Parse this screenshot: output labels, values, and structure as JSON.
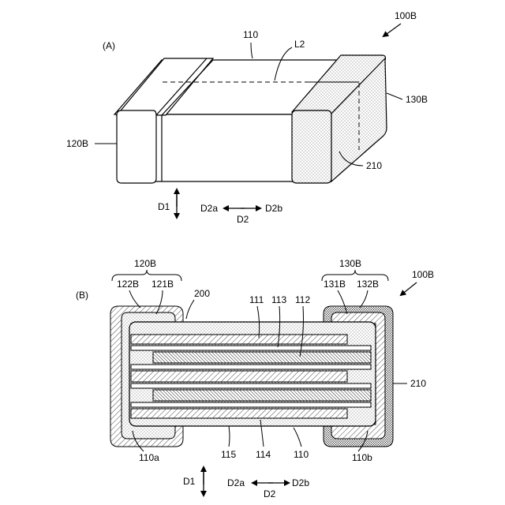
{
  "figure_id": "100B",
  "panel_a": {
    "panel_label": "(A)",
    "labels": {
      "body": "110",
      "line": "L2",
      "right_electrode": "130B",
      "left_electrode": "120B",
      "coating": "210"
    },
    "axes": {
      "d1": "D1",
      "d2": "D2",
      "d2a": "D2a",
      "d2b": "D2b"
    }
  },
  "panel_b": {
    "panel_label": "(B)",
    "figure_id": "100B",
    "labels": {
      "left_electrode": "120B",
      "left_outer": "122B",
      "left_inner": "121B",
      "right_electrode": "130B",
      "right_inner": "131B",
      "right_outer": "132B",
      "film": "200",
      "layer_111": "111",
      "layer_113": "113",
      "layer_112": "112",
      "coating": "210",
      "left_end": "110a",
      "dielectric": "115",
      "layer_114": "114",
      "body": "110",
      "right_end": "110b"
    },
    "axes": {
      "d1": "D1",
      "d2": "D2",
      "d2a": "D2a",
      "d2b": "D2b"
    }
  }
}
